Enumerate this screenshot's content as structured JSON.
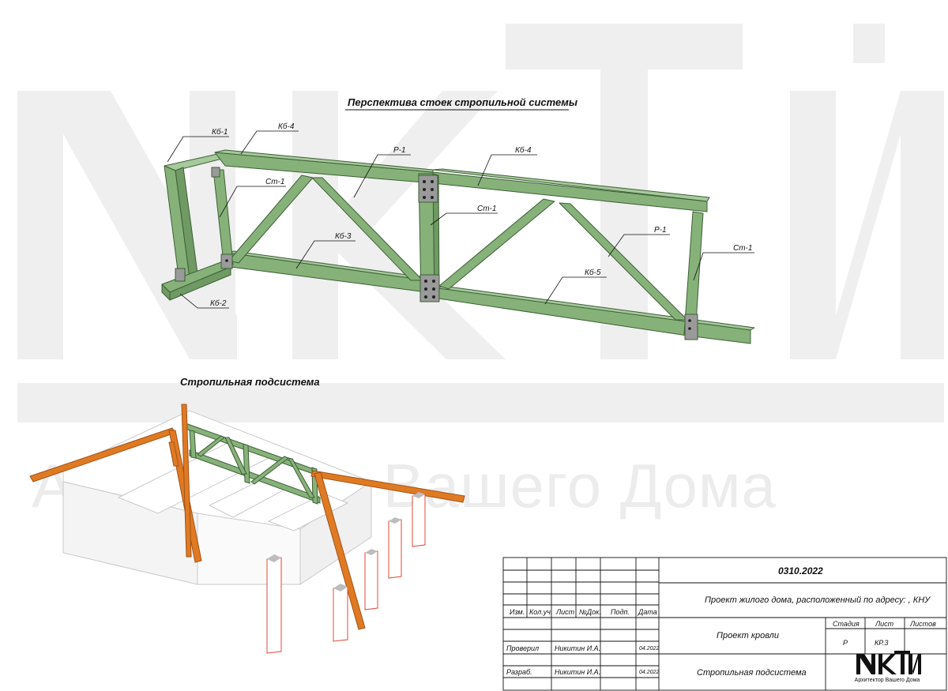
{
  "watermark": {
    "letters": "NКТИ",
    "text": "Архитектор Вашего Дома"
  },
  "views": {
    "top_title": "Перспектива стоек стропильной системы",
    "bottom_title": "Стропильная подсистема"
  },
  "callouts": {
    "kb1": "Кб-1",
    "kb4_left": "Кб-4",
    "kb4_right": "Кб-4",
    "r1_top": "Р-1",
    "r1_right": "Р-1",
    "st1_left": "Ст-1",
    "st1_mid": "Ст-1",
    "st1_right": "Ст-1",
    "kb3": "Кб-3",
    "kb2": "Кб-2",
    "kb5": "Кб-5"
  },
  "title_block": {
    "code": "0310.2022",
    "project": "Проект жилого дома, расположенный по адресу: , КНУ",
    "section": "Проект кровли",
    "sheet_name": "Стропильная подсистема",
    "headers": {
      "izm": "Изм.",
      "kol": "Кол.уч.",
      "list": "Лист",
      "doc": "№Док.",
      "podp": "Подп.",
      "date": "Дата",
      "stage": "Стадия",
      "sheet": "Лист",
      "sheets": "Листов"
    },
    "stage_value": "Р",
    "sheet_value": "КР.3",
    "rows": [
      {
        "role": "Проверил",
        "name": "Никитин И.А.",
        "date": "04.2022"
      },
      {
        "role": "Разраб.",
        "name": "Никитин И.А.",
        "date": "04.2022"
      }
    ],
    "logo": {
      "mark": "NКТИ",
      "subtitle": "Архитектор Вашего Дома"
    }
  },
  "colors": {
    "timber_green": "#86b27a",
    "timber_green_dark": "#4f7a45",
    "rafter_orange": "#e07a22",
    "post_red": "#e04a3a",
    "wall_grey": "#cfcfcf",
    "watermark": "#efefef"
  }
}
